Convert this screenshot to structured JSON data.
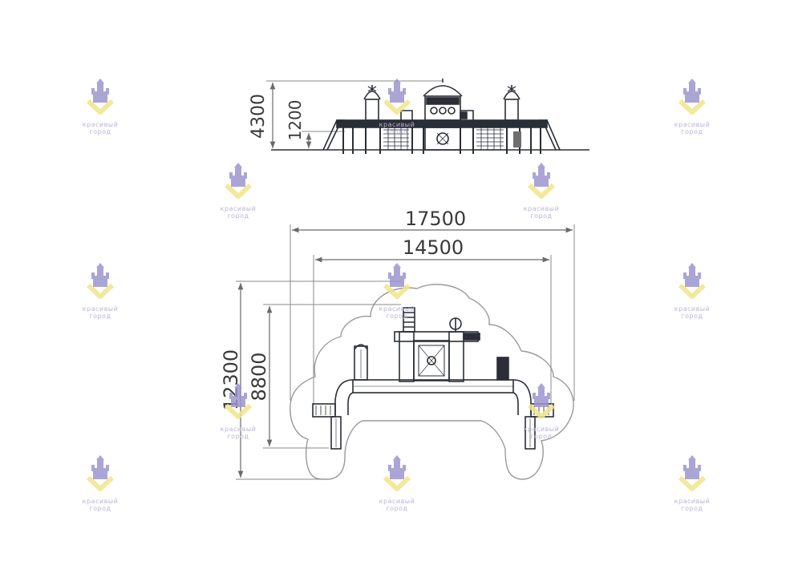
{
  "drawing": {
    "elevation": {
      "height_total": "4300",
      "height_platform": "1200"
    },
    "plan": {
      "width_overall": "17500",
      "width_structure": "14500",
      "depth_overall": "12300",
      "depth_structure": "8800"
    }
  },
  "watermark": {
    "line1": "красивый",
    "line2": "город",
    "colors": {
      "purple": "#9d96cf",
      "yellow": "#f2e58a"
    },
    "icon": "castle-logo-icon"
  },
  "colors": {
    "line": "#2a2e36",
    "dim": "#7a7a7a",
    "zone": "#9a9a9a"
  }
}
